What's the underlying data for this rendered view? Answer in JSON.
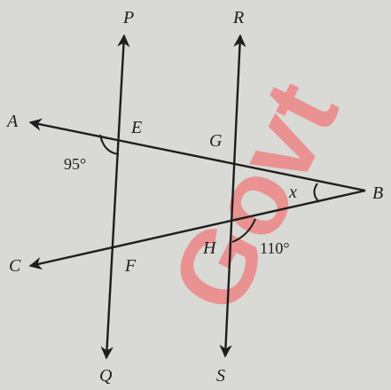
{
  "diagram": {
    "points": {
      "P": "P",
      "R": "R",
      "A": "A",
      "E": "E",
      "G": "G",
      "B": "B",
      "x": "x",
      "C": "C",
      "F": "F",
      "H": "H",
      "Q": "Q",
      "S": "S"
    },
    "angles": {
      "angle_E": "95°",
      "angle_H": "110°"
    },
    "watermark": "Govt",
    "colors": {
      "line": "#1e1e1e",
      "watermark": "#f07a7a",
      "background": "#d9d9d6"
    }
  }
}
